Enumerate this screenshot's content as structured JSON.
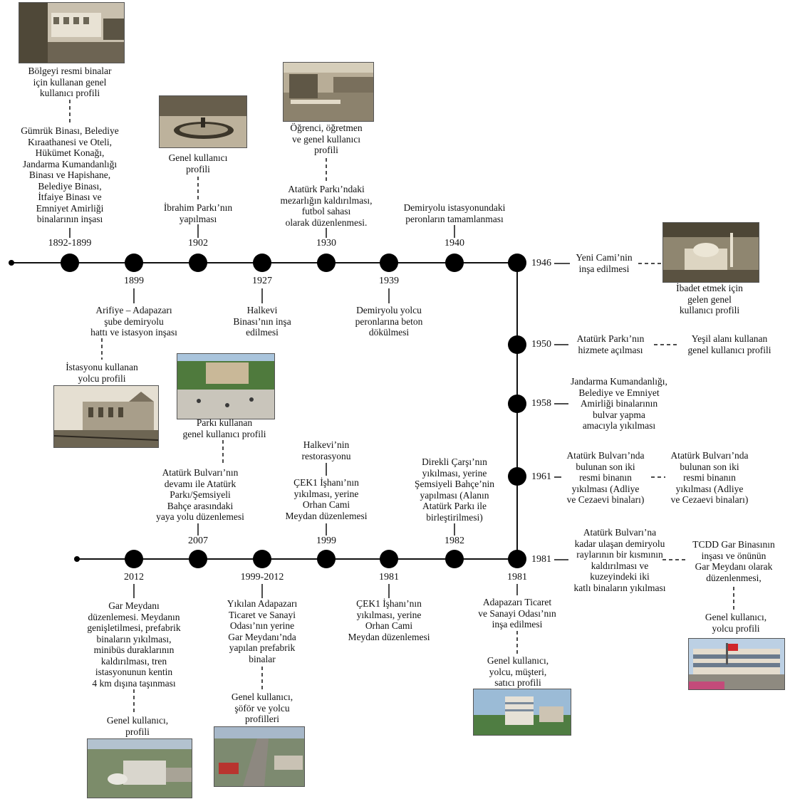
{
  "colors": {
    "line": "#111111",
    "dot": "#000000",
    "text": "#111111",
    "photo_sepia": "#8a7a62",
    "photo_color": "#7a9a6a"
  },
  "years": {
    "y1892": "1892-1899",
    "y1899": "1899",
    "y1902": "1902",
    "y1927": "1927",
    "y1930": "1930",
    "y1939": "1939",
    "y1940": "1940",
    "y1946": "1946",
    "y1950": "1950",
    "y1958": "1958",
    "y1961": "1961",
    "y1981v": "1981",
    "y1981a": "1981",
    "y1982": "1982",
    "y1981b": "1981",
    "y1999": "1999",
    "y1999_2012": "1999-2012",
    "y2007": "2007",
    "y2012": "2012"
  },
  "events": {
    "e1892": "Gümrük Binası, Belediye\nKıraathanesi ve Oteli,\nHükümet Konağı,\nJandarma Kumandanlığı\nBinası ve Hapishane,\nBelediye Binası,\nİtfaiye Binası ve\nEmniyet Amirliği\nbinalarının inşası",
    "e1899": "Arifiye – Adapazarı\nşube demiryolu\nhattı ve istasyon inşası",
    "e1902": "İbrahim Parkı’nın\nyapılması",
    "e1927": "Halkevi\nBinası’nın inşa\nedilmesi",
    "e1930": "Atatürk Parkı’ndaki\nmezarlığın kaldırılması,\nfutbol sahası\nolarak düzenlenmesi.",
    "e1939": "Demiryolu yolcu\nperonlarına beton\ndökülmesi",
    "e1940": "Demiryolu istasyonundaki\nperonların tamamlanması",
    "e1946": "Yeni Cami’nin\ninşa edilmesi",
    "e1950": "Atatürk Parkı’nın\nhizmete açılması",
    "e1958": "Jandarma Kumandanlığı,\nBelediye ve Emniyet\nAmirliği binalarının\nbulvar yapma\namacıyla yıkılması",
    "e1961": "Atatürk Bulvarı’nda\nbulunan son iki\nresmi binanın\nyıkılması (Adliye\nve Cezaevi binaları)",
    "e1961b": "Atatürk Bulvarı’nda\nbulunan son iki\nresmi binanın\nyıkılması (Adliye\nve Cezaevi binaları)",
    "e1981r": "Atatürk Bulvarı’na\nkadar ulaşan demiryolu\nraylarının bir kısmının\nkaldırılması ve\nkuzeyindeki iki\nkatlı binaların yıkılması",
    "e1981r2": "TCDD Gar Binasının\ninşası ve önünün\nGar Meydanı olarak\ndüzenlenmesi,",
    "e1981a": "Adapazarı Ticaret\nve Sanayi Odası’nın\ninşa edilmesi",
    "e1982": "Direkli Çarşı’nın\nyıkılması, yerine\nŞemsiyeli Bahçe’nin\nyapılması (Alanın\nAtatürk Parkı ile\nbirleştirilmesi)",
    "e1981b": "ÇEK1 İşhanı’nın\nyıkılması, yerine\nOrhan Cami\nMeydan düzenlemesi",
    "e1999": "ÇEK1 İşhanı’nın\nyıkılması, yerine\nOrhan Cami\nMeydan düzenlemesi",
    "e1999r": "Halkevi’nin\nrestorasyonu",
    "e1999_2012": "Yıkılan Adapazarı\nTicaret ve Sanayi\nOdası’nın yerine\nGar Meydanı’nda\nyapılan prefabrik\nbinalar",
    "e2007": "Atatürk Bulvarı’nın\ndevamı ile Atatürk\nParkı/Şemsiyeli\nBahçe arasındaki\nyaya yolu düzenlemesi",
    "e2012": "Gar Meydanı\ndüzenlemesi. Meydanın\ngenişletilmesi, prefabrik\nbinaların yıkılması,\nminibüs duraklarının\nkaldırılması, tren\nistasyonunun kentin\n4 km dışına taşınması"
  },
  "profiles": {
    "p1892": "Bölgeyi resmi binalar\niçin kullanan genel\nkullanıcı profili",
    "p1899": "İstasyonu kullanan\nyolcu profili",
    "p1902": "Genel kullanıcı\nprofili",
    "p1930": "Öğrenci, öğretmen\nve genel kullanıcı\nprofili",
    "p1946": "İbadet etmek için\ngelen genel\nkullanıcı profili",
    "p1950": "Yeşil alanı kullanan\ngenel kullanıcı profili",
    "p1981r": "Genel kullanıcı,\nyolcu profili",
    "p1981a": "Genel kullanıcı,\nyolcu, müşteri,\nsatıcı profili",
    "p2007": "Parkı kullanan\ngenel kullanıcı profili",
    "p1999_2012": "Genel kullanıcı,\nşöför ve yolcu\nprofilleri",
    "p2012": "Genel kullanıcı,\nprofili"
  }
}
